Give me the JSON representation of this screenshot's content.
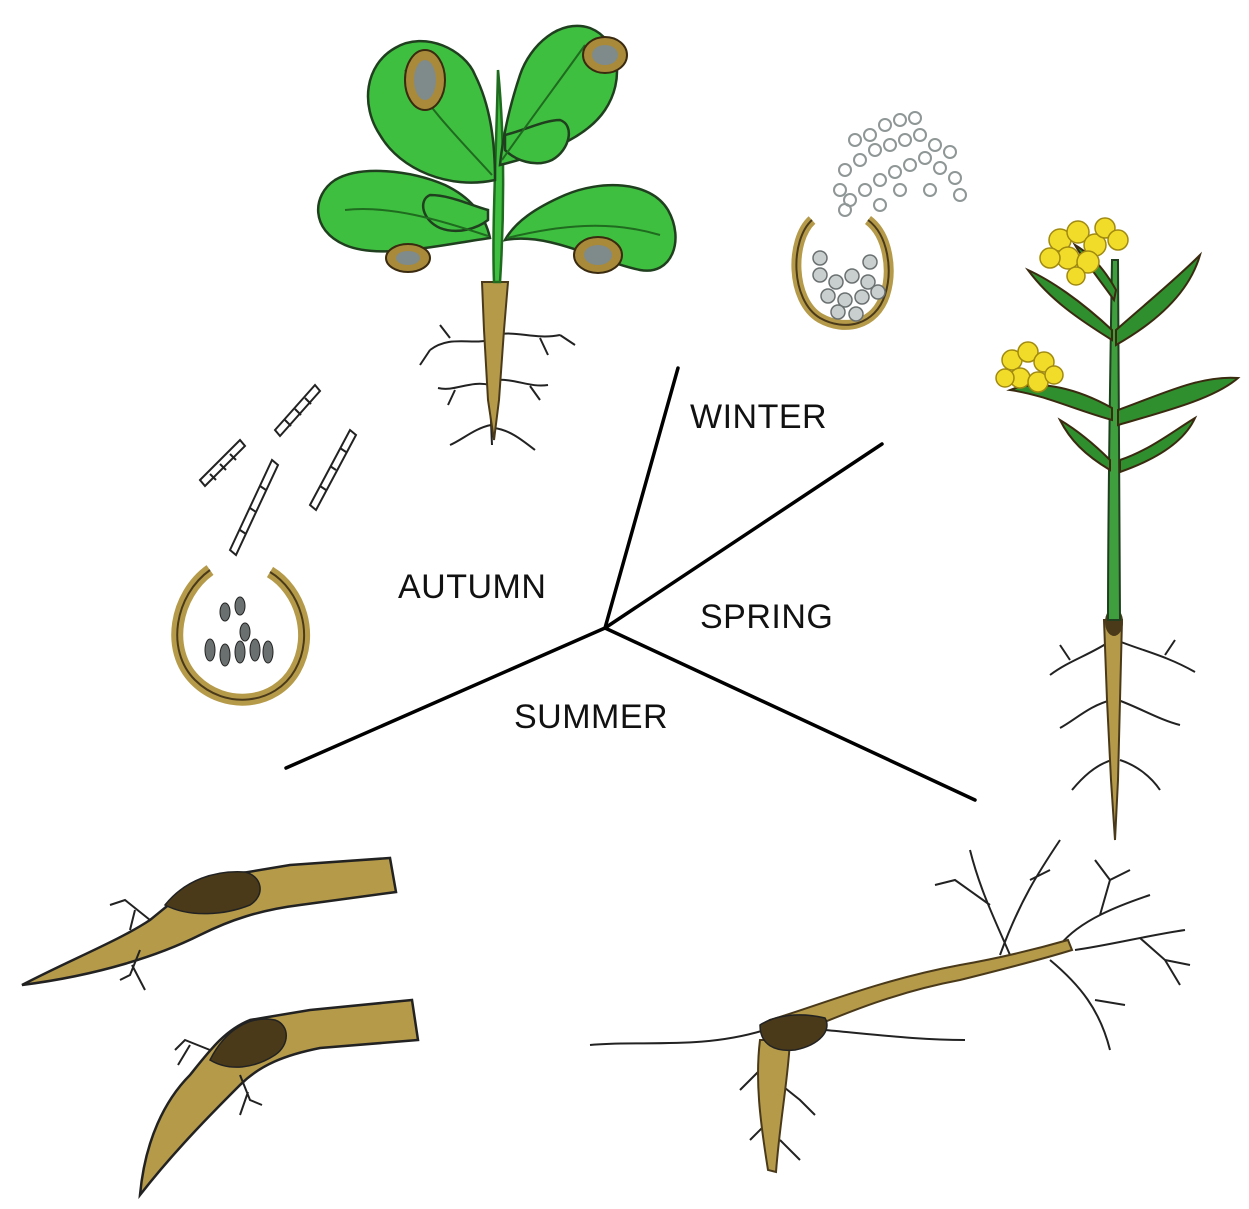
{
  "diagram": {
    "season_labels": {
      "winter": "WINTER",
      "autumn": "AUTUMN",
      "spring": "SPRING",
      "summer": "SUMMER"
    },
    "colors": {
      "background": "#ffffff",
      "leaf_green": "#3fbf3f",
      "leaf_dark": "#1f6b1f",
      "root_tan": "#b59a4a",
      "root_dark": "#4a3a1a",
      "flower_yellow": "#f2dc2a",
      "spore_grey": "#9aa0a0",
      "line": "#000000"
    },
    "stages": [
      "leafy-plant-with-leaf-spots",
      "spore-release-from-fruiting-body",
      "flowering-plant",
      "germinating-root-tip",
      "decaying-infected-roots",
      "ascospore-release-from-fruiting-body"
    ]
  }
}
